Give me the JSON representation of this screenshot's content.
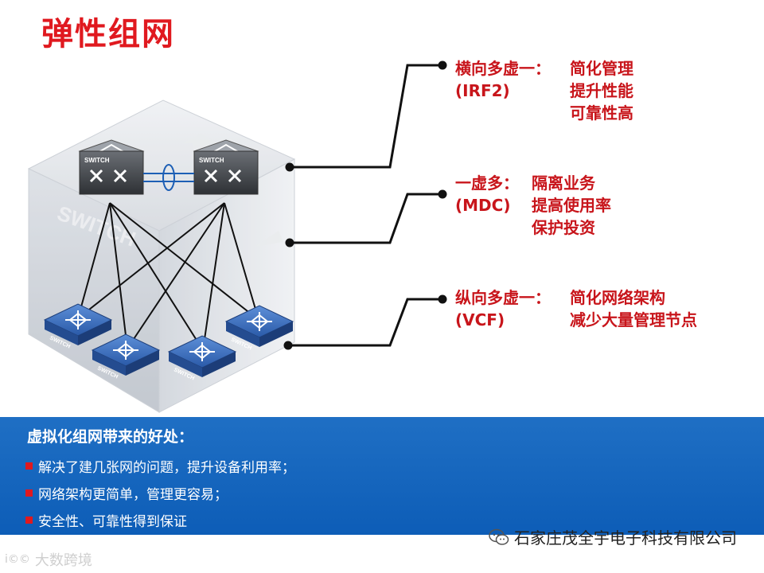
{
  "page": {
    "title": "弹性组网"
  },
  "diagram": {
    "switch_label": "SWITCH",
    "callouts": [
      {
        "lines": [
          {
            "lead": "横向多虚一：",
            "text": "简化管理"
          },
          {
            "lead": "(IRF2)",
            "text": "提升性能"
          },
          {
            "lead": "",
            "text": "可靠性高"
          }
        ]
      },
      {
        "lines": [
          {
            "lead": "一虚多：",
            "text": "隔离业务"
          },
          {
            "lead": "(MDC)",
            "text": "提高使用率"
          },
          {
            "lead": "",
            "text": "保护投资"
          }
        ]
      },
      {
        "lines": [
          {
            "lead": "纵向多虚一：",
            "text": "简化网络架构"
          },
          {
            "lead": "(VCF)",
            "text": "减少大量管理节点"
          }
        ]
      }
    ]
  },
  "benefits": {
    "title": "虚拟化组网带来的好处：",
    "items": [
      "解决了建几张网的问题，提升设备利用率；",
      "网络架构更简单，管理更容易；",
      "安全性、可靠性得到保证"
    ]
  },
  "footer": {
    "company": "石家庄茂全宇电子科技有限公司",
    "watermark": "大数跨境",
    "watermark_logo": "i©©"
  },
  "colors": {
    "title_red": "#e0191f",
    "callout_red": "#c8151b",
    "panel_blue": "#0d5db7",
    "switch_blue": "#3b6fc0"
  }
}
